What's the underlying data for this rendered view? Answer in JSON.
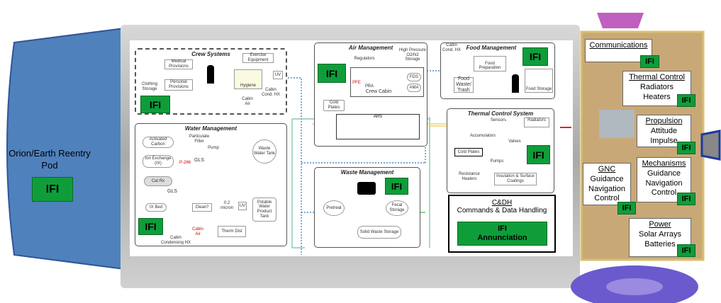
{
  "pod": {
    "label": "Orion/Earth Reentry Pod",
    "ifi": "IFI"
  },
  "crew": {
    "title": "Crew Systems",
    "ifi": "IFI",
    "items": [
      "Medical Provisions",
      "Personal Provisions",
      "Clothing Storage",
      "Exercise Equipment",
      "Hygiene",
      "Cabin Cond. HX",
      "Cabin Air",
      "UV"
    ]
  },
  "water": {
    "title": "Water Management",
    "ifi": "IFI",
    "items": [
      "Activated Carbon",
      "Particulate Filter",
      "Pump",
      "Waste Water Tank",
      "Ion Exchange (IX)",
      "GLS",
      "P-266",
      "Cat Rx",
      "GLS",
      "IX Bed",
      "Clean?",
      "0.2 micron",
      "UV",
      "Potable Water Product Tank",
      "Cabin Air",
      "Therm Dist",
      "Cabin Condensing HX"
    ]
  },
  "air": {
    "title": "Air Management",
    "ifi": "IFI",
    "items": [
      "Regulators",
      "High Pressure O2/N2 Storage",
      "PFE",
      "PBA",
      "Crew Cabin",
      "FDS",
      "AMA",
      "Cold Plates",
      "ARS"
    ]
  },
  "waste": {
    "title": "Waste Management",
    "ifi": "IFI",
    "items": [
      "Pretreat",
      "Fecal Storage",
      "Solid Waste Storage"
    ]
  },
  "food": {
    "title": "Food Management",
    "ifi": "IFI",
    "items": [
      "Cabin Cond. HX",
      "Food Preparation",
      "Food Waste/ Trash",
      "Food Storage"
    ]
  },
  "thermal": {
    "title": "Thermal Control System",
    "ifi": "IFI",
    "items": [
      "Sensors",
      "Radiators",
      "Accumulators",
      "Valves",
      "Cold Plates",
      "Pumps",
      "Resistance Heaters",
      "Insulation & Surface Coatings"
    ]
  },
  "cdh": {
    "title": "C&DH",
    "subtitle": "Commands & Data Handling",
    "ifi": "IFI",
    "ifi2": "Annunciation"
  },
  "right": [
    {
      "title": "Communications",
      "lines": [],
      "ifi": "IFI"
    },
    {
      "title": "Thermal Control",
      "lines": [
        "Radiators",
        "Heaters"
      ],
      "ifi": "IFI"
    },
    {
      "title": "Propulsion",
      "lines": [
        "Attitude",
        "Impulse"
      ],
      "ifi": "IFI"
    },
    {
      "title": "Mechanisms",
      "lines": [
        "Guidance",
        "Navigation",
        "Control"
      ],
      "ifi": "IFI"
    },
    {
      "title": "GNC",
      "lines": [
        "Guidance",
        "Navigation",
        "Control"
      ],
      "ifi": "IFI"
    },
    {
      "title": "Power",
      "lines": [
        "Solar Arrays",
        "Batteries"
      ],
      "ifi": "IFI"
    }
  ],
  "colors": {
    "ifi": "#0f9d3a",
    "pod": "#4f81bd",
    "module": "#b8b8b8",
    "service": "#c9a877"
  }
}
